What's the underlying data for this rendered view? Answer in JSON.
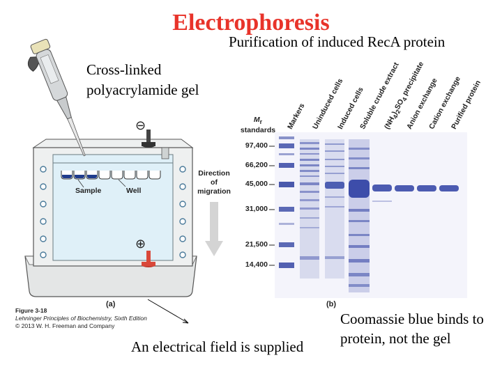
{
  "slide": {
    "title": "Electrophoresis",
    "subtitle": "Purification of induced RecA protein",
    "gel_label_line1": "Cross-linked",
    "gel_label_line2": "polyacrylamide gel",
    "coomassie_line1": "Coomassie blue binds to",
    "coomassie_line2": "protein, not the gel",
    "electric_field": "An electrical field is supplied"
  },
  "figure_a": {
    "panel_label": "(a)",
    "sample_label": "Sample",
    "well_label": "Well",
    "direction_line1": "Direction",
    "direction_line2": "of",
    "direction_line3": "migration",
    "minus_symbol": "⊖",
    "plus_symbol": "⊕",
    "colors": {
      "buffer": "#dff0f8",
      "tray": "#e4e6e6",
      "sample": "#1f3c8c",
      "anode": "#d9483a",
      "cathode": "#333333"
    },
    "icons": [
      "pipette-icon",
      "cathode-electrode-icon",
      "anode-electrode-icon",
      "down-arrow-icon"
    ]
  },
  "figure_b": {
    "panel_label": "(b)",
    "mr_label": "M",
    "mr_sub": "r",
    "standards_label": "standards",
    "molecular_weights": [
      "97,400",
      "66,200",
      "45,000",
      "31,000",
      "21,500",
      "14,400"
    ],
    "lanes": [
      "Markers",
      "Uninduced cells",
      "Induced cells",
      "Soluble crude extract",
      "(NH4)2SO4 precipitate",
      "Anion exchange",
      "Cation exchange",
      "Purified protein"
    ],
    "colors": {
      "band": "#3a4aa8",
      "gel": "#f4f4fb"
    }
  },
  "caption": {
    "figure_number": "Figure 3-18",
    "book": "Lehninger Principles of Biochemistry, Sixth Edition",
    "copyright": "© 2013 W. H. Freeman and Company"
  }
}
